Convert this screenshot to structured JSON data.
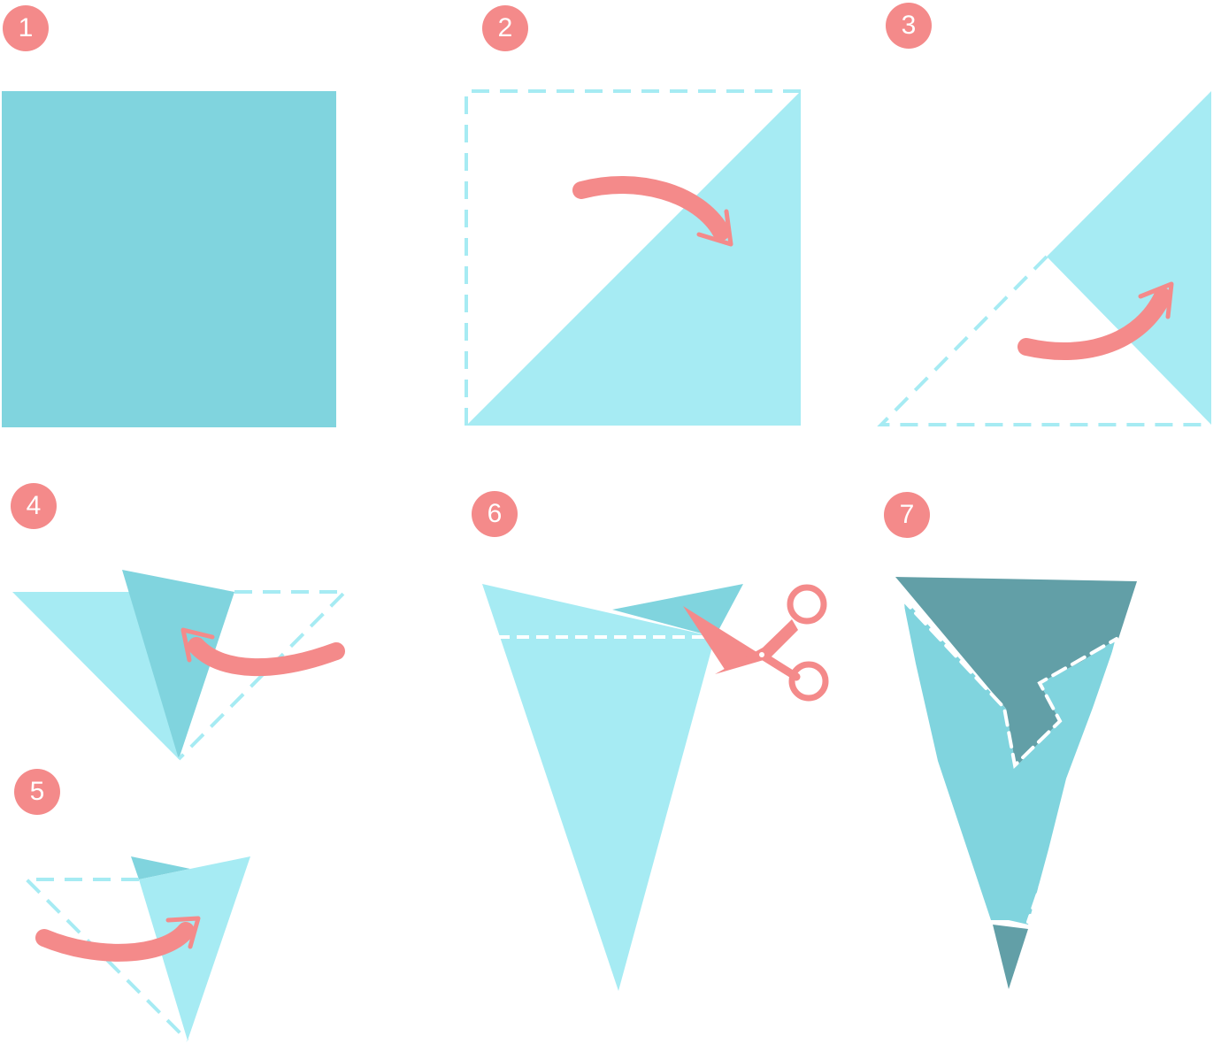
{
  "steps": [
    {
      "number": "1"
    },
    {
      "number": "2"
    },
    {
      "number": "3"
    },
    {
      "number": "4"
    },
    {
      "number": "5"
    },
    {
      "number": "6"
    },
    {
      "number": "7"
    }
  ],
  "colors": {
    "badge": "#f48a8a",
    "arrow": "#f48a8a",
    "scissors": "#f48a8a",
    "paper_full": "#80d4de",
    "paper_light": "#a6ebf3",
    "paper_mid": "#80d4de",
    "paper_dark": "#629fa7",
    "dashed_line": "#a6ebf3",
    "cut_line": "#ffffff"
  },
  "icons": [
    "curved-arrow-icon",
    "scissors-icon"
  ]
}
